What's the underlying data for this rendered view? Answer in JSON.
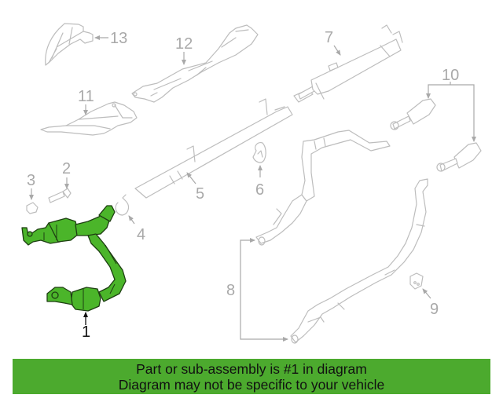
{
  "diagram": {
    "highlight_color": "#4bb52a",
    "line_color": "#bdbdbd",
    "callouts": [
      {
        "number": "1",
        "part": "catalytic-converter-assembly",
        "highlighted": true
      },
      {
        "number": "2",
        "part": "bolt"
      },
      {
        "number": "3",
        "part": "nut"
      },
      {
        "number": "4",
        "part": "clamp"
      },
      {
        "number": "5",
        "part": "intermediate-pipe"
      },
      {
        "number": "6",
        "part": "hanger-insulator"
      },
      {
        "number": "7",
        "part": "muffler"
      },
      {
        "number": "8",
        "part": "converter-pipe"
      },
      {
        "number": "9",
        "part": "insulator"
      },
      {
        "number": "10",
        "part": "oxygen-sensor"
      },
      {
        "number": "11",
        "part": "heat-shield"
      },
      {
        "number": "12",
        "part": "heat-shield"
      },
      {
        "number": "13",
        "part": "heat-shield"
      }
    ]
  },
  "banner": {
    "color": "#4caa2e",
    "line1": "Part or sub-assembly is #1 in diagram",
    "line2": "Diagram may not be specific to your vehicle"
  }
}
